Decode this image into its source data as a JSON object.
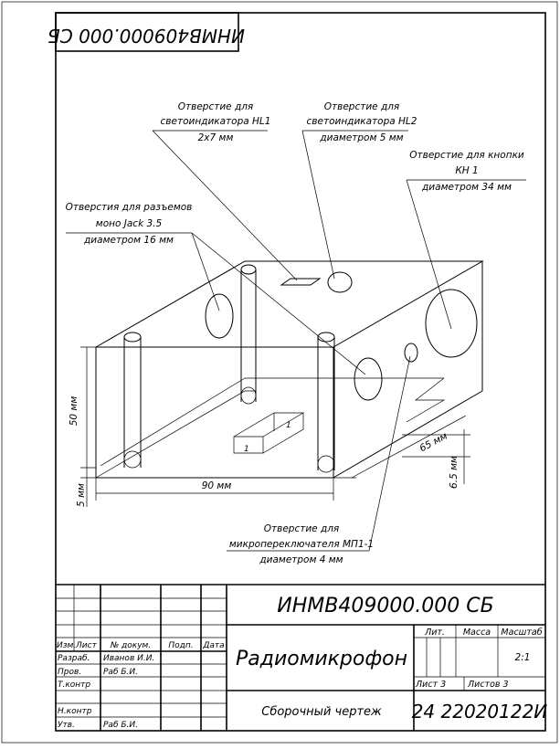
{
  "stamp": {
    "top_code_mirrored": "ИНМВ409000.000 СБ",
    "doc_code": "ИНМВ409000.000 СБ",
    "title": "Радиомикрофон",
    "doc_type": "Сборочный чертеж",
    "org": "24 22020122И",
    "scale": "2:1",
    "sheet": "Лист 3",
    "sheets": "Листов 3",
    "headers": {
      "lit": "Лит.",
      "mass": "Масса",
      "scale": "Масштаб"
    },
    "rev_headers": [
      "Изм.",
      "Лист",
      "№ докум.",
      "Подп.",
      "Дата"
    ],
    "roles": [
      {
        "role": "Разраб.",
        "name": "Иванов И.И."
      },
      {
        "role": "Пров.",
        "name": "Раб Б.И."
      },
      {
        "role": "Т.контр",
        "name": ""
      },
      {
        "role": "",
        "name": ""
      },
      {
        "role": "Н.контр",
        "name": ""
      },
      {
        "role": "Утв.",
        "name": "Раб Б.И."
      }
    ]
  },
  "callouts": {
    "hl1": [
      "Отверстие для",
      "светоиндикатора HL1",
      "2х7 мм"
    ],
    "hl2": [
      "Отверстие для",
      "светоиндикатора HL2",
      "диаметром 5 мм"
    ],
    "kn1": [
      "Отверстие для кнопки",
      "КН 1",
      "диаметром 34 мм"
    ],
    "jack": [
      "Отверстия для разъемов",
      "моно Jack 3.5",
      "диаметром 16 мм"
    ],
    "mp": [
      "Отверстие для",
      "микропереключателя МП1-1",
      "диаметром 4 мм"
    ]
  },
  "dims": {
    "height": "50 мм",
    "length": "90 мм",
    "depth": "65 мм",
    "small_left": "5 мм",
    "small_right": "6.5 мм",
    "marker": "1"
  }
}
